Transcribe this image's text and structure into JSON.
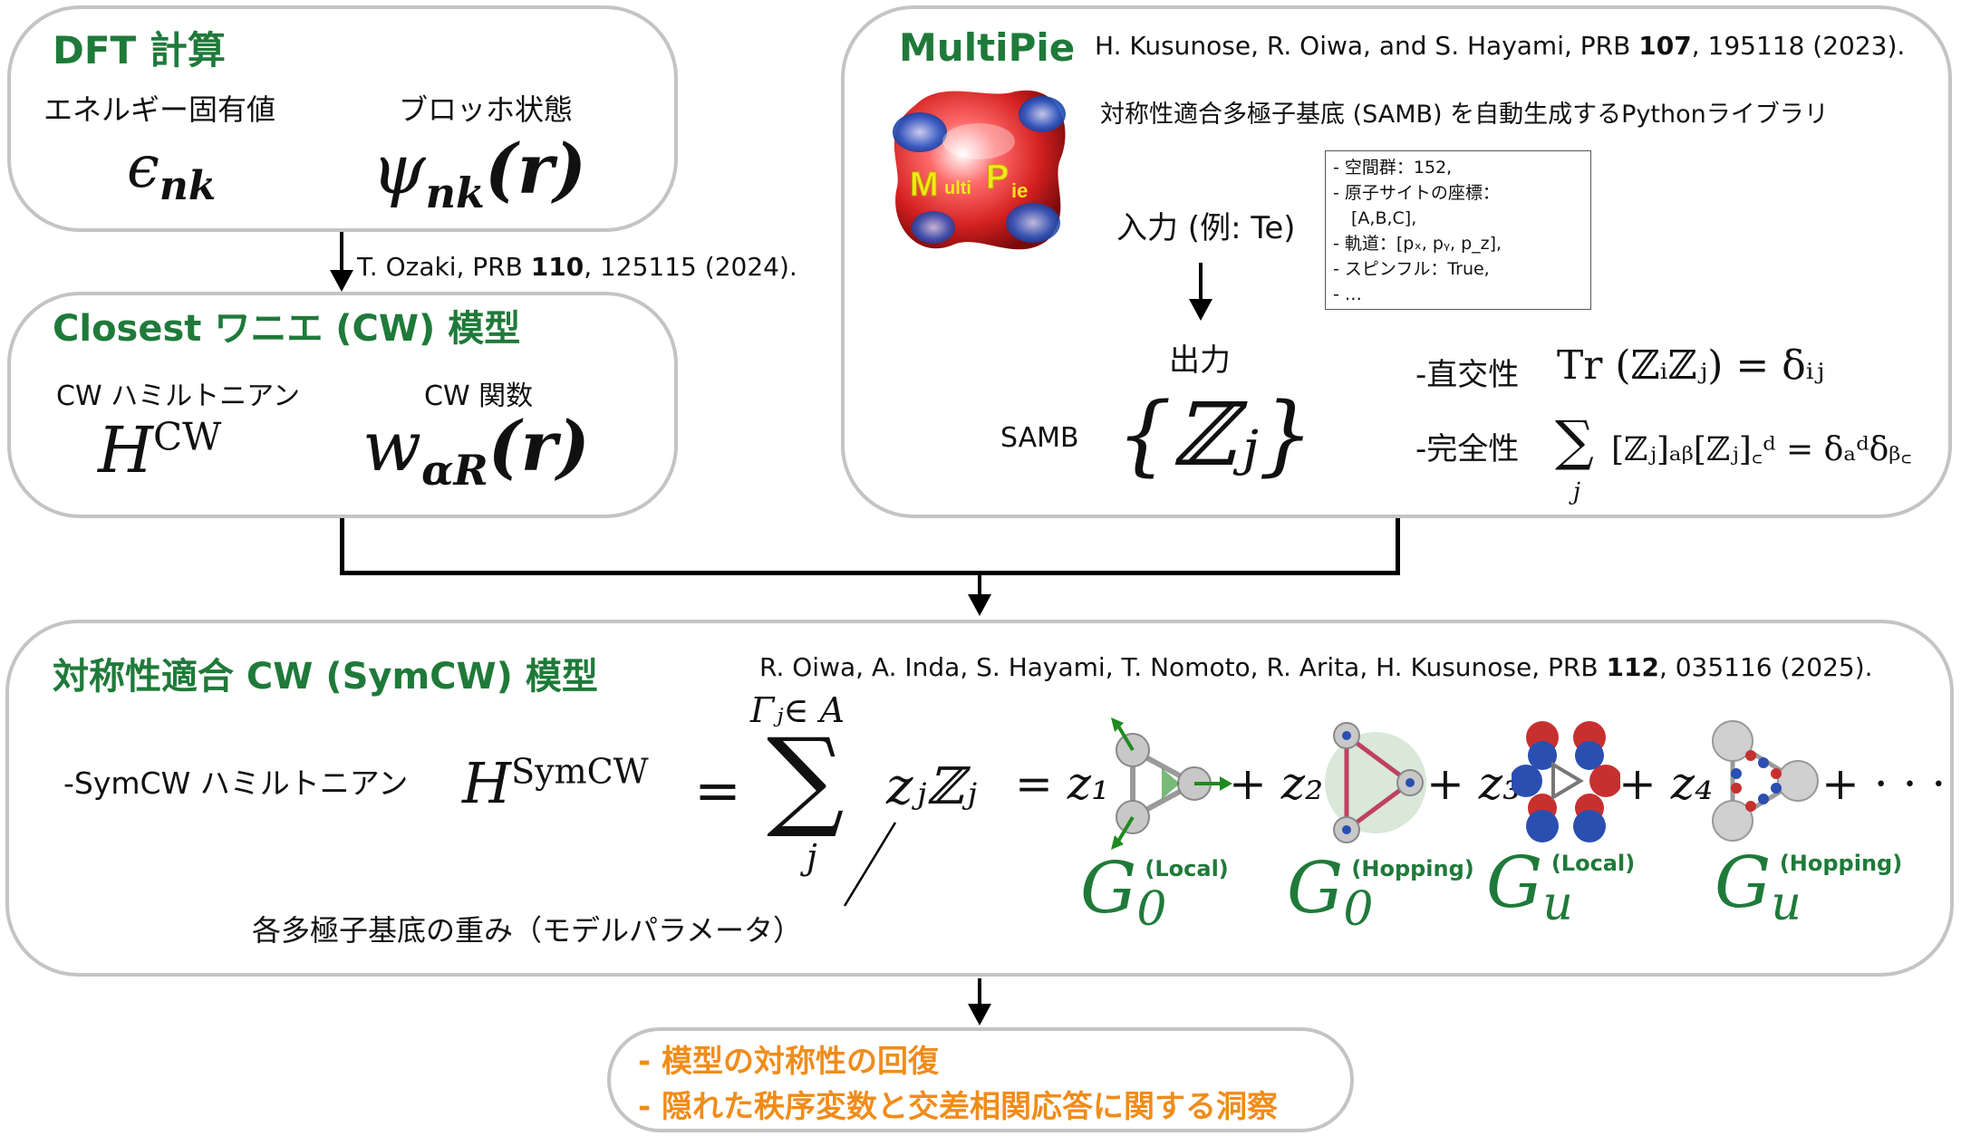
{
  "dft": {
    "title": "DFT 計算",
    "eigen_label": "エネルギー固有値",
    "bloch_label": "ブロッホ状態",
    "eigen_symbol": "ϵ",
    "eigen_sub": "n𝒌",
    "bloch_symbol": "ψ",
    "bloch_sub": "n𝒌",
    "bloch_arg": "(𝒓)"
  },
  "ozaki_ref": {
    "pre": "T. Ozaki, PRB ",
    "vol": "110",
    "post": ", 125115 (2024)."
  },
  "cw": {
    "title": "Closest ワニエ (CW) 模型",
    "ham_label": "CW ハミルトニアン",
    "func_label": "CW 関数",
    "ham_symbol": "H",
    "ham_sup": "CW",
    "func_symbol": "w",
    "func_sub": "α𝑹",
    "func_arg": "(𝒓)"
  },
  "multipie": {
    "title": "MultiPie",
    "ref_pre": "H. Kusunose, R. Oiwa, and S. Hayami, PRB ",
    "ref_vol": "107",
    "ref_post": ", 195118 (2023).",
    "description": "対称性適合多極子基底 (SAMB) を自動生成するPythonライブラリ",
    "logo_text": "MultiPie",
    "input_label": "入力 (例: Te)",
    "input_items": [
      "- 空間群：152,",
      "- 原子サイトの座標：",
      "  [A,B,C],",
      "- 軌道：[pₓ, pᵧ, p_z],",
      "- スピンフル：True,",
      "- …"
    ],
    "output_label": "出力",
    "samb_label": "SAMB",
    "samb_formula": "{ℤⱼ}",
    "ortho_label": "-直交性",
    "ortho_formula": "Tr (ℤᵢℤⱼ) = δᵢⱼ",
    "complete_label": "-完全性",
    "complete_formula": "[ℤⱼ]ₐᵦ[ℤⱼ]꜀ᵈ = δₐᵈδᵦ꜀",
    "complete_sum_index": "j"
  },
  "symcw": {
    "title": "対称性適合 CW (SymCW) 模型",
    "ref_pre": "R. Oiwa, A. Inda, S. Hayami, T. Nomoto, R. Arita, H. Kusunose, PRB ",
    "ref_vol": "112",
    "ref_post": ", 035116 (2025).",
    "ham_label": "-SymCW ハミルトニアン",
    "ham_symbol": "H",
    "ham_sup": "SymCW",
    "sum_top": "Γⱼ∈ A",
    "sum_bottom": "j",
    "term": "zⱼℤⱼ",
    "expansion": [
      "= z₁",
      "+ z₂",
      "+ z₃",
      "+ z₄",
      "+ · · ·"
    ],
    "weight_note": "各多極子基底の重み（モデルパラメータ）",
    "basis": [
      {
        "symbol": "G",
        "sub": "0",
        "tag": "(Local)"
      },
      {
        "symbol": "G",
        "sub": "0",
        "tag": "(Hopping)"
      },
      {
        "symbol": "G",
        "sub": "u",
        "tag": "(Local)"
      },
      {
        "symbol": "G",
        "sub": "u",
        "tag": "(Hopping)"
      }
    ]
  },
  "outcome": {
    "line1": "- 模型の対称性の回復",
    "line2": "- 隠れた秩序変数と交差相関応答に関する洞察"
  },
  "colors": {
    "green": "#1f7a3a",
    "orange": "#f08c1a",
    "border": "#c4c4c4"
  }
}
